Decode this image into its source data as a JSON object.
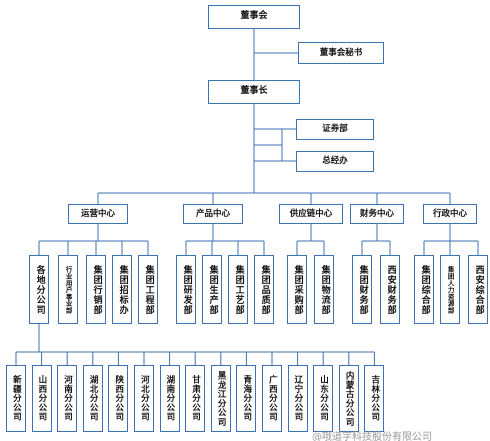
{
  "top": {
    "board": "董事会",
    "secretary": "董事会秘书",
    "chairman": "董事长",
    "securities": "证券部",
    "gm_office": "总经办"
  },
  "centers": [
    {
      "label": "运营中心",
      "departments": [
        "各地分公司",
        "行业用户事业部",
        "集团行销部",
        "集团招标办",
        "集团工程部"
      ]
    },
    {
      "label": "产品中心",
      "departments": [
        "集团研发部",
        "集团生产部",
        "集团工艺部",
        "集团品质部"
      ]
    },
    {
      "label": "供应链中心",
      "departments": [
        "集团采购部",
        "集团物流部"
      ]
    },
    {
      "label": "财务中心",
      "departments": [
        "集团财务部",
        "西安财务部"
      ]
    },
    {
      "label": "行政中心",
      "departments": [
        "集团综合部",
        "集团人力资源部",
        "西安综合部"
      ]
    }
  ],
  "regions": [
    "新疆分公司",
    "山西分公司",
    "河南分公司",
    "湖北分公司",
    "陕西分公司",
    "河北分公司",
    "湖南分公司",
    "甘肃分公司",
    "黑龙江分公司",
    "青海分公司",
    "广西分公司",
    "辽宁分公司",
    "山东分公司",
    "内蒙古分公司",
    "吉林分公司"
  ],
  "watermark": "@哦道字科技股份有限公司",
  "colors": {
    "line": "#3d72b5",
    "border": "#3d72b5",
    "text": "#111111"
  }
}
